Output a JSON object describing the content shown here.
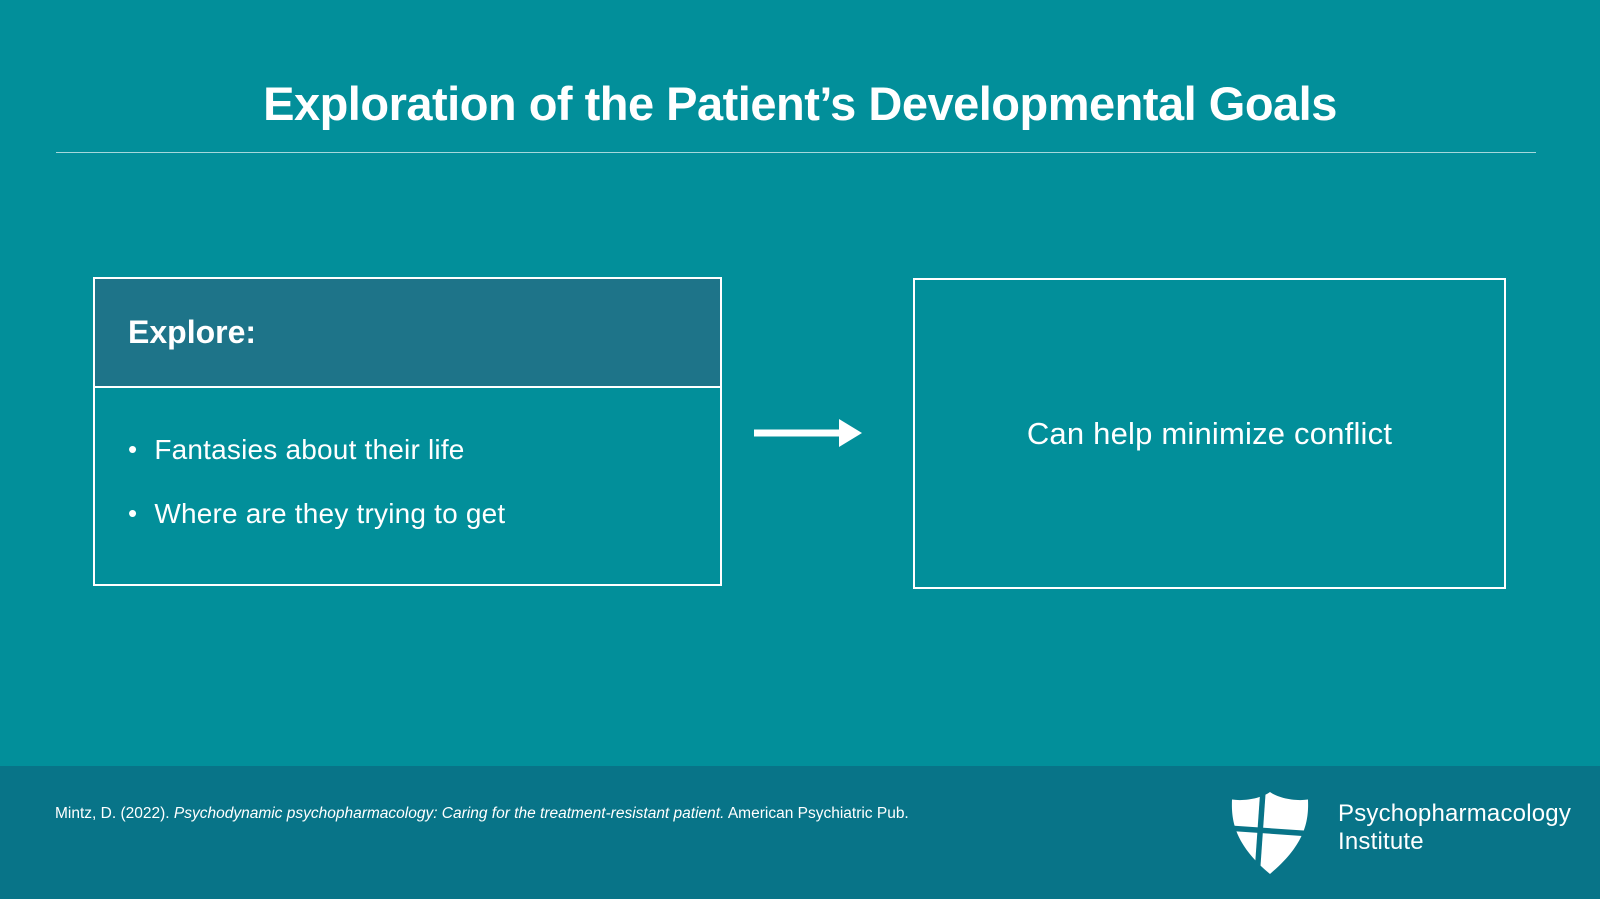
{
  "slide": {
    "title": "Exploration of the Patient’s Developmental Goals",
    "explore_box": {
      "header": "Explore:",
      "bullet_marker": "•",
      "bullets": [
        "Fantasies about their life",
        "Where are they trying to get"
      ]
    },
    "arrow_icon": "right-arrow",
    "result_box": {
      "text": "Can help minimize conflict"
    },
    "footer": {
      "citation": {
        "prefix": "Mintz, D. (2022). ",
        "italic": "Psychodynamic psychopharmacology: Caring for the treatment-resistant patient.",
        "suffix": " American Psychiatric Pub."
      },
      "logo": {
        "icon": "shield-cross-icon",
        "line1": "Psychopharmacology",
        "line2": "Institute"
      }
    },
    "colors": {
      "background": "#028F9A",
      "footer_background": "#087488",
      "box_header_background": "#1E7489",
      "border": "#FFFFFF",
      "text": "#FFFFFF"
    }
  }
}
